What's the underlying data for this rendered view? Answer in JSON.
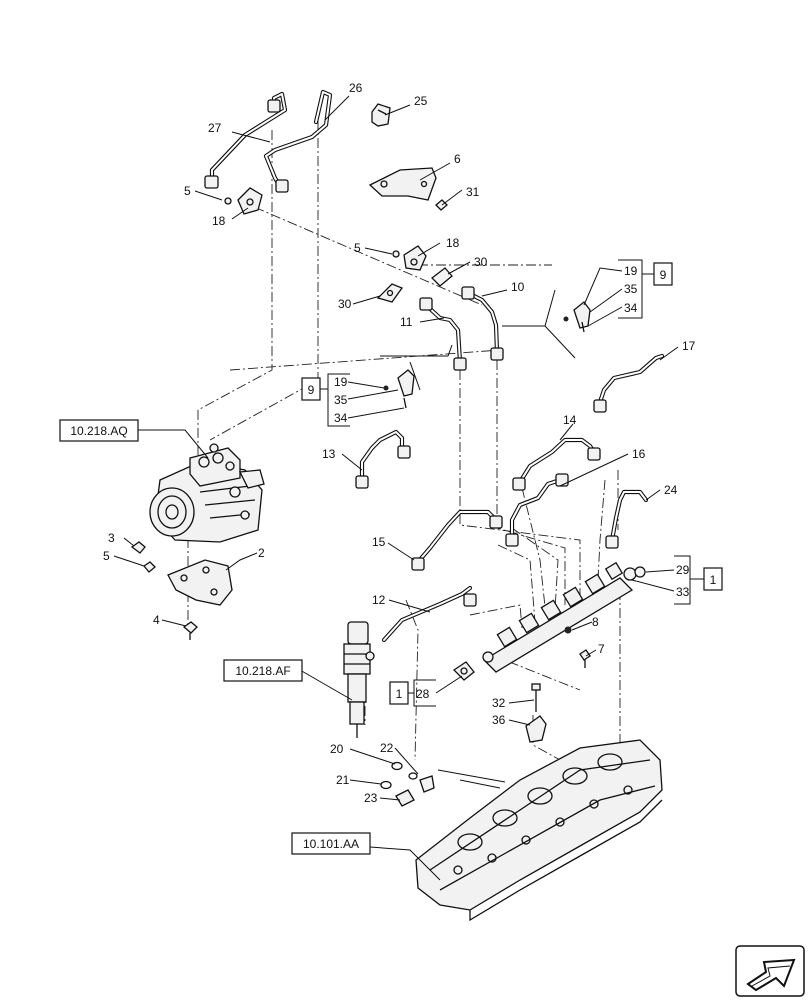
{
  "references": [
    {
      "id": "ref-pump",
      "label": "10.218.AQ"
    },
    {
      "id": "ref-injector",
      "label": "10.218.AF"
    },
    {
      "id": "ref-head",
      "label": "10.101.AA"
    }
  ],
  "callouts": [
    {
      "id": "c1",
      "label": "1"
    },
    {
      "id": "c2",
      "label": "2"
    },
    {
      "id": "c3",
      "label": "3"
    },
    {
      "id": "c4",
      "label": "4"
    },
    {
      "id": "c5a",
      "label": "5"
    },
    {
      "id": "c5b",
      "label": "5"
    },
    {
      "id": "c5c",
      "label": "5"
    },
    {
      "id": "c6",
      "label": "6"
    },
    {
      "id": "c7",
      "label": "7"
    },
    {
      "id": "c8",
      "label": "8"
    },
    {
      "id": "c9a",
      "label": "9"
    },
    {
      "id": "c9b",
      "label": "9"
    },
    {
      "id": "c10",
      "label": "10"
    },
    {
      "id": "c11",
      "label": "11"
    },
    {
      "id": "c12",
      "label": "12"
    },
    {
      "id": "c13",
      "label": "13"
    },
    {
      "id": "c14",
      "label": "14"
    },
    {
      "id": "c15",
      "label": "15"
    },
    {
      "id": "c16",
      "label": "16"
    },
    {
      "id": "c17",
      "label": "17"
    },
    {
      "id": "c18a",
      "label": "18"
    },
    {
      "id": "c18b",
      "label": "18"
    },
    {
      "id": "c19a",
      "label": "19"
    },
    {
      "id": "c19b",
      "label": "19"
    },
    {
      "id": "c20",
      "label": "20"
    },
    {
      "id": "c21",
      "label": "21"
    },
    {
      "id": "c22",
      "label": "22"
    },
    {
      "id": "c23",
      "label": "23"
    },
    {
      "id": "c24",
      "label": "24"
    },
    {
      "id": "c25",
      "label": "25"
    },
    {
      "id": "c26",
      "label": "26"
    },
    {
      "id": "c27",
      "label": "27"
    },
    {
      "id": "c28",
      "label": "28"
    },
    {
      "id": "c29",
      "label": "29"
    },
    {
      "id": "c30a",
      "label": "30"
    },
    {
      "id": "c30b",
      "label": "30"
    },
    {
      "id": "c31",
      "label": "31"
    },
    {
      "id": "c32",
      "label": "32"
    },
    {
      "id": "c33",
      "label": "33"
    },
    {
      "id": "c34a",
      "label": "34"
    },
    {
      "id": "c34b",
      "label": "34"
    },
    {
      "id": "c35a",
      "label": "35"
    },
    {
      "id": "c35b",
      "label": "35"
    },
    {
      "id": "c36",
      "label": "36"
    },
    {
      "id": "c1b",
      "label": "1"
    }
  ],
  "nav_icon": "next-page-arrow-icon"
}
